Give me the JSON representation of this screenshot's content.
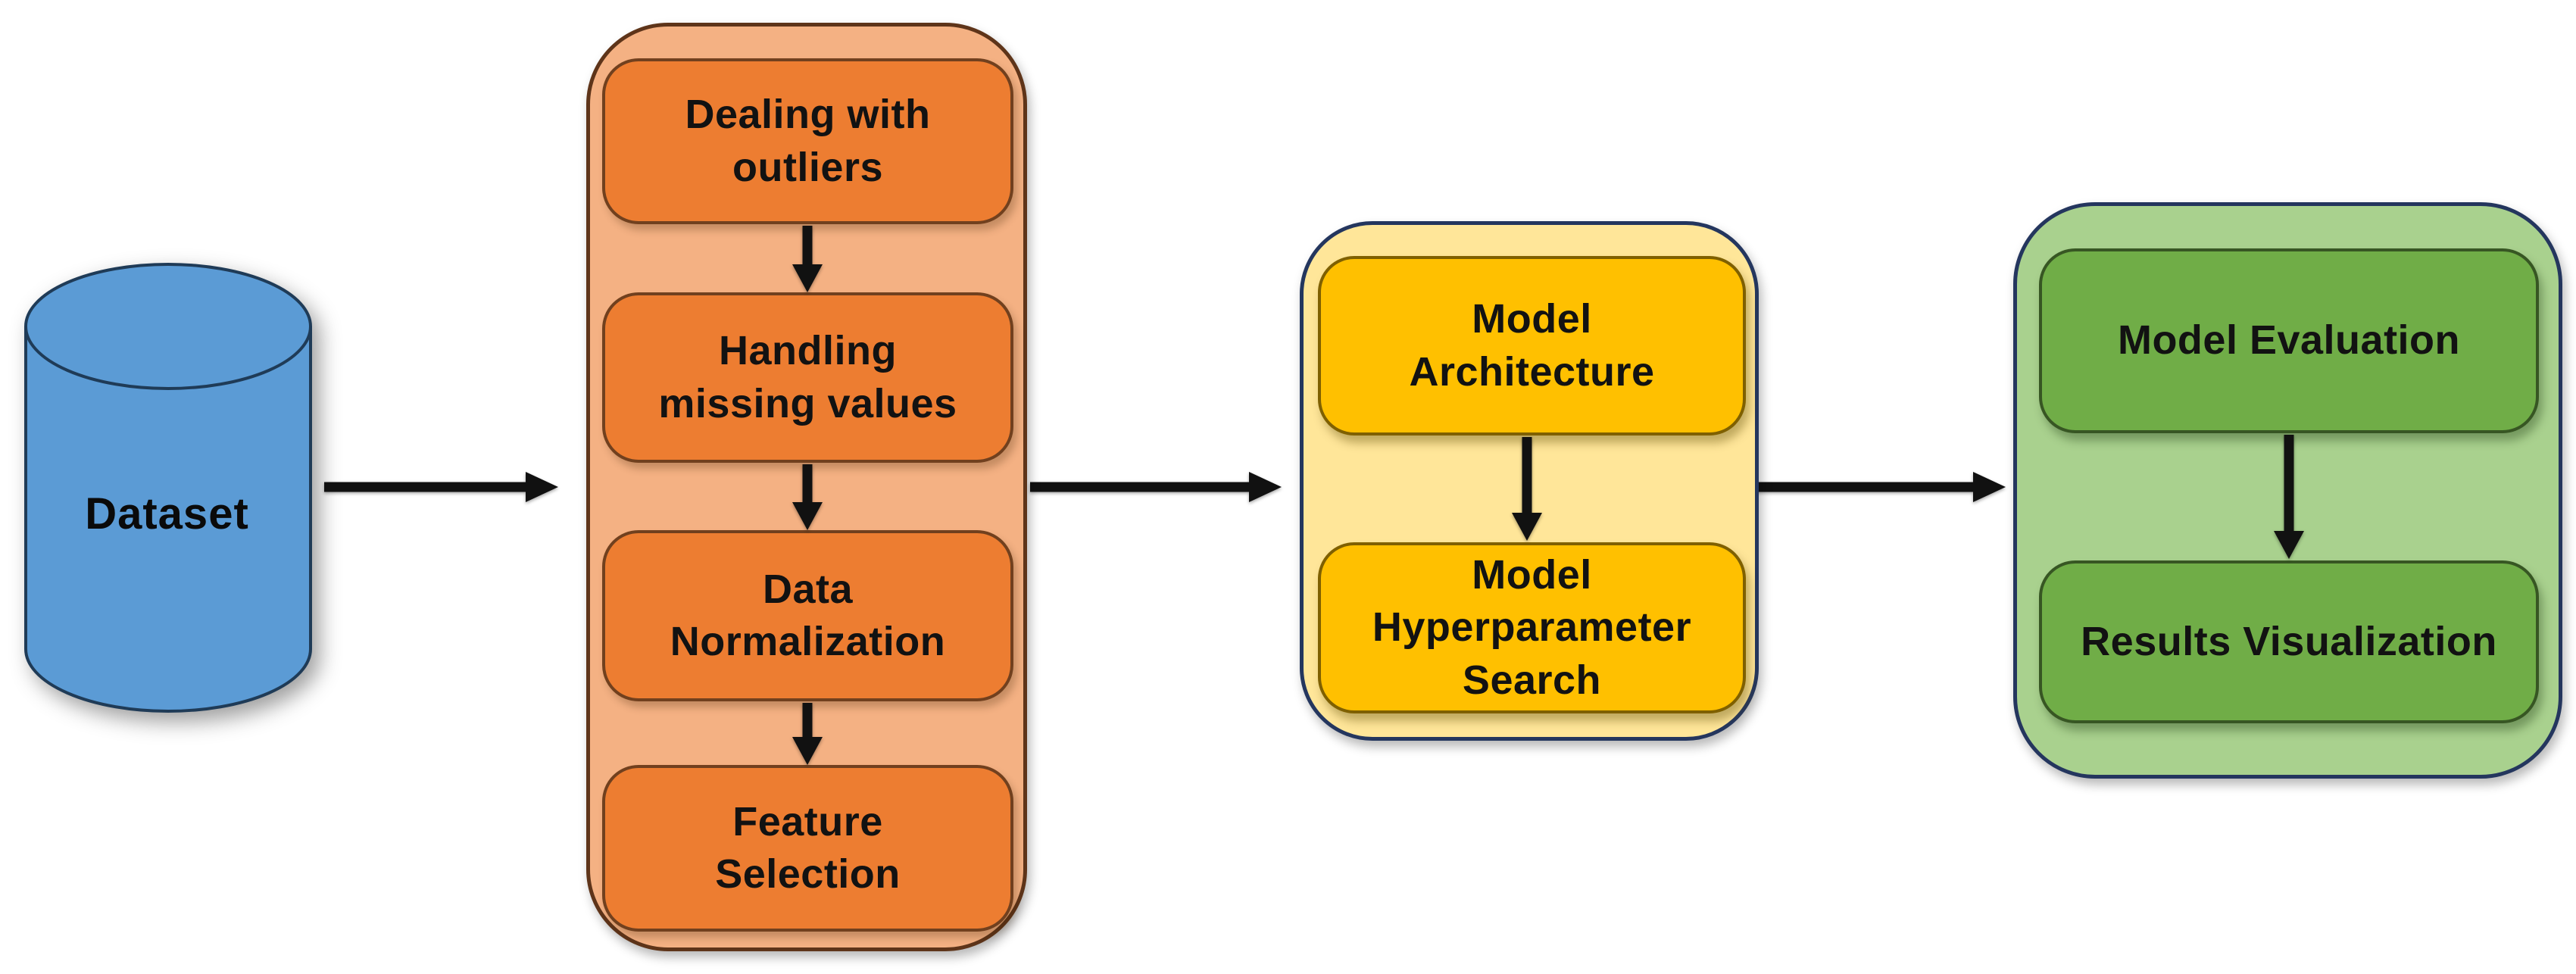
{
  "diagram": {
    "dataset": {
      "label": "Dataset"
    },
    "stages": [
      {
        "steps": [
          "Dealing with\noutliers",
          "Handling\nmissing values",
          "Data\nNormalization",
          "Feature\nSelection"
        ]
      },
      {
        "steps": [
          "Model\nArchitecture",
          "Model\nHyperparameter\nSearch"
        ]
      },
      {
        "steps": [
          "Model Evaluation",
          "Results Visualization"
        ]
      }
    ]
  },
  "colors": {
    "dataset_fill": "#5B9BD5",
    "dataset_stroke": "#1F3B57",
    "stage1_container_fill": "#F4B183",
    "stage1_container_stroke": "#5E3419",
    "stage1_box_fill": "#ED7D31",
    "stage1_box_stroke": "#71401E",
    "stage2_container_fill": "#FFE699",
    "stage2_container_stroke": "#24365E",
    "stage2_box_fill": "#FFC000",
    "stage2_box_stroke": "#7F6000",
    "stage3_container_fill": "#A9D18E",
    "stage3_container_stroke": "#24365E",
    "stage3_box_fill": "#70AD47",
    "stage3_box_stroke": "#375623",
    "arrow_color": "#111111"
  }
}
